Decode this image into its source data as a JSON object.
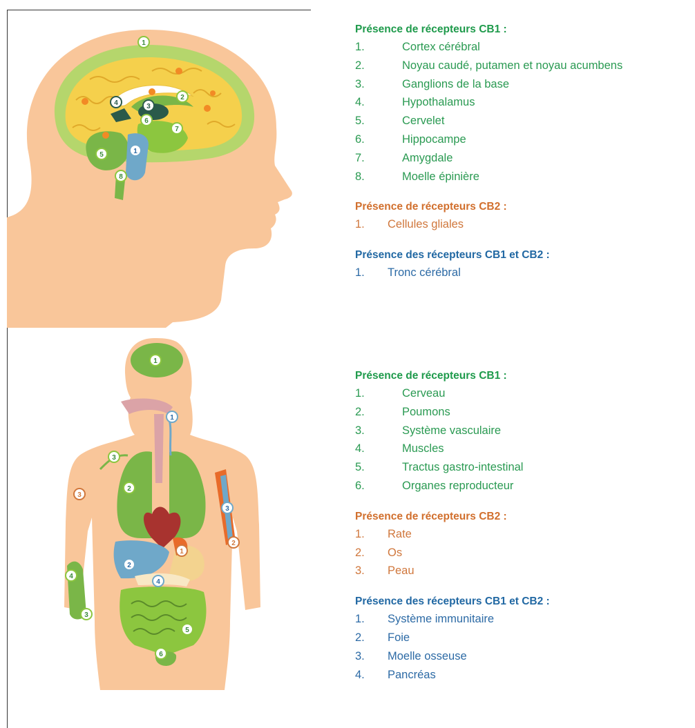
{
  "colors": {
    "cb1": "#1e9a4b",
    "cb2": "#d16f2d",
    "both": "#2168a3",
    "skin": "#f9c69a",
    "tissue_green": "#8cc63f",
    "brain_yellow": "#f5d04c",
    "bone_blue": "#6fa8c9"
  },
  "brain": {
    "cb1": {
      "heading": "Présence de récepteurs CB1 :",
      "items": [
        {
          "n": "1.",
          "label": "Cortex cérébral"
        },
        {
          "n": "2.",
          "label": "Noyau caudé, putamen et noyau acumbens"
        },
        {
          "n": "3.",
          "label": "Ganglions de la base"
        },
        {
          "n": "4.",
          "label": "Hypothalamus"
        },
        {
          "n": "5.",
          "label": "Cervelet"
        },
        {
          "n": "6.",
          "label": "Hippocampe"
        },
        {
          "n": "7.",
          "label": "Amygdale"
        },
        {
          "n": "8.",
          "label": "Moelle épinière"
        }
      ]
    },
    "cb2": {
      "heading": "Présence de récepteurs CB2 :",
      "items": [
        {
          "n": "1.",
          "label": "Cellules gliales"
        }
      ]
    },
    "both": {
      "heading": "Présence des récepteurs CB1 et CB2 :",
      "items": [
        {
          "n": "1.",
          "label": "Tronc cérébral"
        }
      ]
    },
    "markers": [
      "1",
      "2",
      "3",
      "4",
      "5",
      "6",
      "7",
      "8",
      "1"
    ]
  },
  "body": {
    "cb1": {
      "heading": "Présence de récepteurs CB1 :",
      "items": [
        {
          "n": "1.",
          "label": "Cerveau"
        },
        {
          "n": "2.",
          "label": "Poumons"
        },
        {
          "n": "3.",
          "label": "Système vasculaire"
        },
        {
          "n": "4.",
          "label": "Muscles"
        },
        {
          "n": "5.",
          "label": "Tractus gastro-intestinal"
        },
        {
          "n": "6.",
          "label": "Organes reproducteur"
        }
      ]
    },
    "cb2": {
      "heading": "Présence de récepteurs CB2 :",
      "items": [
        {
          "n": "1.",
          "label": "Rate"
        },
        {
          "n": "2.",
          "label": "Os"
        },
        {
          "n": "3.",
          "label": "Peau"
        }
      ]
    },
    "both": {
      "heading": "Présence des récepteurs CB1 et CB2 :",
      "items": [
        {
          "n": "1.",
          "label": "Système immunitaire"
        },
        {
          "n": "2.",
          "label": "Foie"
        },
        {
          "n": "3.",
          "label": "Moelle osseuse"
        },
        {
          "n": "4.",
          "label": "Pancréas"
        }
      ]
    },
    "markers": [
      "1",
      "1",
      "3",
      "2",
      "3",
      "2",
      "1",
      "2",
      "4",
      "4",
      "3",
      "5",
      "6",
      "3"
    ]
  }
}
